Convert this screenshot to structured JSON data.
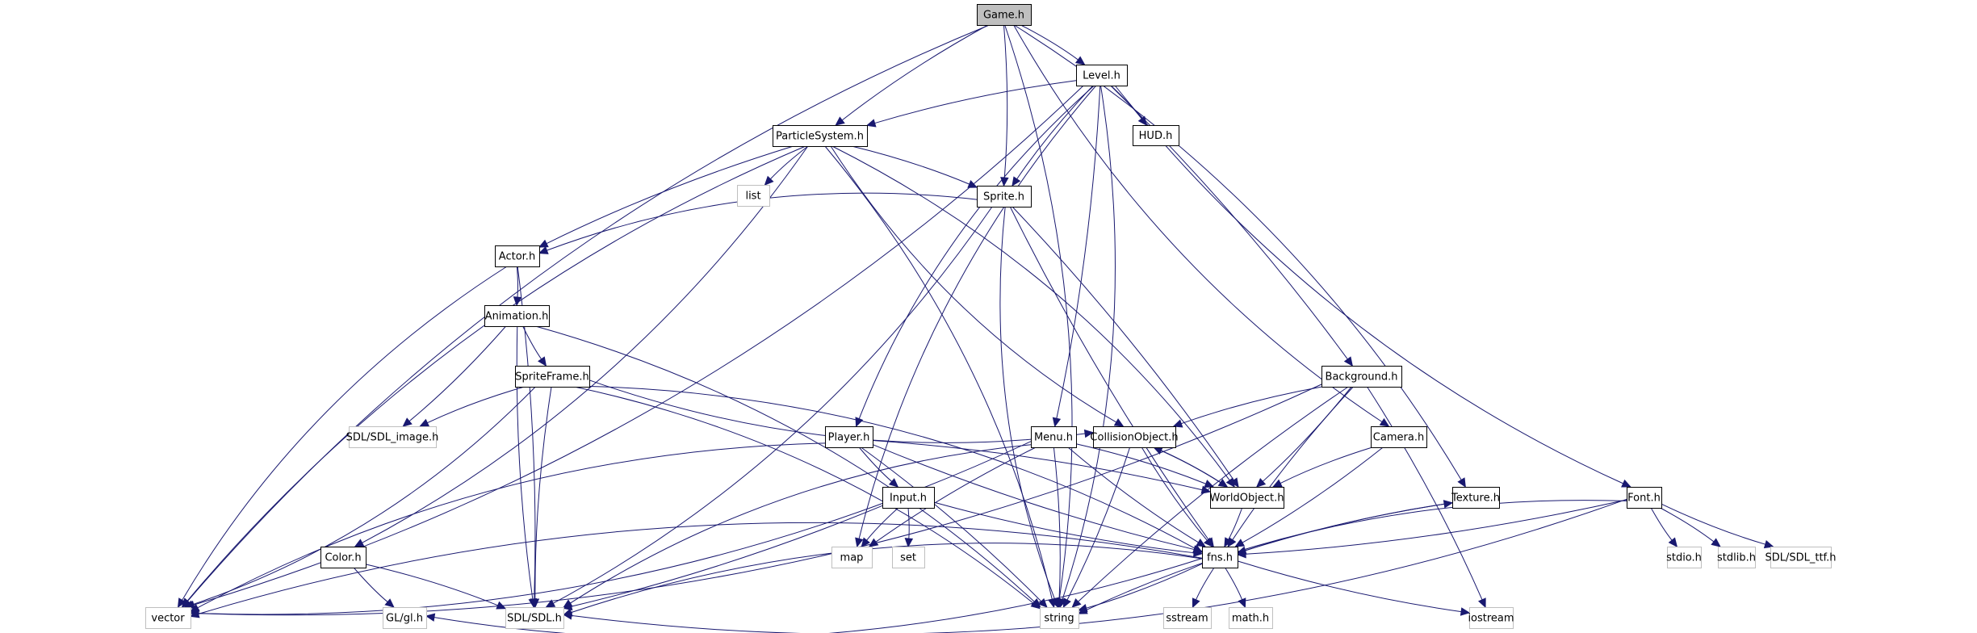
{
  "diagram": {
    "title": "Game.h include dependency graph",
    "colors": {
      "edge": "#191970",
      "root_fill": "#bfbfbf",
      "root_border": "#000000",
      "documented_fill": "#ffffff",
      "documented_border": "#000000",
      "external_fill": "#ffffff",
      "external_border": "#bfbfbf"
    },
    "nodes": [
      {
        "id": "Game",
        "label": "Game.h",
        "kind": "root"
      },
      {
        "id": "Level",
        "label": "Level.h",
        "kind": "documented"
      },
      {
        "id": "ParticleSystem",
        "label": "ParticleSystem.h",
        "kind": "documented"
      },
      {
        "id": "HUD",
        "label": "HUD.h",
        "kind": "documented"
      },
      {
        "id": "list",
        "label": "list",
        "kind": "external"
      },
      {
        "id": "Sprite",
        "label": "Sprite.h",
        "kind": "documented"
      },
      {
        "id": "Actor",
        "label": "Actor.h",
        "kind": "documented"
      },
      {
        "id": "Animation",
        "label": "Animation.h",
        "kind": "documented"
      },
      {
        "id": "SpriteFrame",
        "label": "SpriteFrame.h",
        "kind": "documented"
      },
      {
        "id": "Background",
        "label": "Background.h",
        "kind": "documented"
      },
      {
        "id": "SDL_image",
        "label": "SDL/SDL_image.h",
        "kind": "external"
      },
      {
        "id": "Player",
        "label": "Player.h",
        "kind": "documented"
      },
      {
        "id": "Menu",
        "label": "Menu.h",
        "kind": "documented"
      },
      {
        "id": "CollisionObject",
        "label": "CollisionObject.h",
        "kind": "documented"
      },
      {
        "id": "Camera",
        "label": "Camera.h",
        "kind": "documented"
      },
      {
        "id": "Input",
        "label": "Input.h",
        "kind": "documented"
      },
      {
        "id": "WorldObject",
        "label": "WorldObject.h",
        "kind": "documented"
      },
      {
        "id": "Texture",
        "label": "Texture.h",
        "kind": "documented"
      },
      {
        "id": "Font",
        "label": "Font.h",
        "kind": "documented"
      },
      {
        "id": "Color",
        "label": "Color.h",
        "kind": "documented"
      },
      {
        "id": "map",
        "label": "map",
        "kind": "external"
      },
      {
        "id": "set",
        "label": "set",
        "kind": "external"
      },
      {
        "id": "fns",
        "label": "fns.h",
        "kind": "documented"
      },
      {
        "id": "stdio",
        "label": "stdio.h",
        "kind": "external"
      },
      {
        "id": "stdlib",
        "label": "stdlib.h",
        "kind": "external"
      },
      {
        "id": "SDL_ttf",
        "label": "SDL/SDL_ttf.h",
        "kind": "external"
      },
      {
        "id": "vector",
        "label": "vector",
        "kind": "external"
      },
      {
        "id": "GL",
        "label": "GL/gl.h",
        "kind": "external"
      },
      {
        "id": "SDL",
        "label": "SDL/SDL.h",
        "kind": "external"
      },
      {
        "id": "string",
        "label": "string",
        "kind": "external"
      },
      {
        "id": "sstream",
        "label": "sstream",
        "kind": "external"
      },
      {
        "id": "math",
        "label": "math.h",
        "kind": "external"
      },
      {
        "id": "iostream",
        "label": "iostream",
        "kind": "external"
      }
    ],
    "edges": [
      [
        "Game",
        "Level"
      ],
      [
        "Game",
        "ParticleSystem"
      ],
      [
        "Game",
        "Sprite"
      ],
      [
        "Game",
        "vector"
      ],
      [
        "Game",
        "string"
      ],
      [
        "Game",
        "Camera"
      ],
      [
        "Game",
        "Texture"
      ],
      [
        "Level",
        "ParticleSystem"
      ],
      [
        "Level",
        "HUD"
      ],
      [
        "Level",
        "Sprite"
      ],
      [
        "Level",
        "Background"
      ],
      [
        "Level",
        "Player"
      ],
      [
        "Level",
        "Menu"
      ],
      [
        "Level",
        "Font"
      ],
      [
        "Level",
        "vector"
      ],
      [
        "Level",
        "map"
      ],
      [
        "Level",
        "string"
      ],
      [
        "ParticleSystem",
        "list"
      ],
      [
        "ParticleSystem",
        "Sprite"
      ],
      [
        "ParticleSystem",
        "Actor"
      ],
      [
        "ParticleSystem",
        "Color"
      ],
      [
        "ParticleSystem",
        "vector"
      ],
      [
        "ParticleSystem",
        "string"
      ],
      [
        "ParticleSystem",
        "CollisionObject"
      ],
      [
        "ParticleSystem",
        "WorldObject"
      ],
      [
        "Sprite",
        "Actor"
      ],
      [
        "Sprite",
        "SDL"
      ],
      [
        "Sprite",
        "string"
      ],
      [
        "Sprite",
        "WorldObject"
      ],
      [
        "Sprite",
        "fns"
      ],
      [
        "Actor",
        "Animation"
      ],
      [
        "Actor",
        "vector"
      ],
      [
        "Actor",
        "SDL"
      ],
      [
        "Animation",
        "SpriteFrame"
      ],
      [
        "Animation",
        "SDL_image"
      ],
      [
        "Animation",
        "SDL"
      ],
      [
        "Animation",
        "string"
      ],
      [
        "SpriteFrame",
        "SDL_image"
      ],
      [
        "SpriteFrame",
        "vector"
      ],
      [
        "SpriteFrame",
        "SDL"
      ],
      [
        "SpriteFrame",
        "string"
      ],
      [
        "SpriteFrame",
        "CollisionObject"
      ],
      [
        "SpriteFrame",
        "fns"
      ],
      [
        "Background",
        "CollisionObject"
      ],
      [
        "Background",
        "WorldObject"
      ],
      [
        "Background",
        "fns"
      ],
      [
        "Background",
        "vector"
      ],
      [
        "Background",
        "string"
      ],
      [
        "Background",
        "iostream"
      ],
      [
        "Player",
        "Input"
      ],
      [
        "Player",
        "WorldObject"
      ],
      [
        "Player",
        "vector"
      ],
      [
        "Player",
        "string"
      ],
      [
        "Player",
        "fns"
      ],
      [
        "Menu",
        "WorldObject"
      ],
      [
        "Menu",
        "fns"
      ],
      [
        "Menu",
        "string"
      ],
      [
        "Menu",
        "SDL"
      ],
      [
        "Menu",
        "vector"
      ],
      [
        "Menu",
        "map"
      ],
      [
        "CollisionObject",
        "WorldObject"
      ],
      [
        "CollisionObject",
        "fns"
      ],
      [
        "CollisionObject",
        "string"
      ],
      [
        "WorldObject",
        "CollisionObject"
      ],
      [
        "WorldObject",
        "fns"
      ],
      [
        "Camera",
        "WorldObject"
      ],
      [
        "Camera",
        "fns"
      ],
      [
        "Input",
        "map"
      ],
      [
        "Input",
        "set"
      ],
      [
        "Input",
        "fns"
      ],
      [
        "Input",
        "SDL"
      ],
      [
        "Texture",
        "fns"
      ],
      [
        "fns",
        "Texture"
      ],
      [
        "Font",
        "stdio"
      ],
      [
        "Font",
        "stdlib"
      ],
      [
        "Font",
        "SDL_ttf"
      ],
      [
        "Font",
        "fns"
      ],
      [
        "Font",
        "string"
      ],
      [
        "Font",
        "SDL"
      ],
      [
        "Color",
        "GL"
      ],
      [
        "Color",
        "SDL"
      ],
      [
        "fns",
        "vector"
      ],
      [
        "fns",
        "GL"
      ],
      [
        "fns",
        "SDL"
      ],
      [
        "fns",
        "string"
      ],
      [
        "fns",
        "sstream"
      ],
      [
        "fns",
        "math"
      ],
      [
        "fns",
        "iostream"
      ]
    ]
  }
}
